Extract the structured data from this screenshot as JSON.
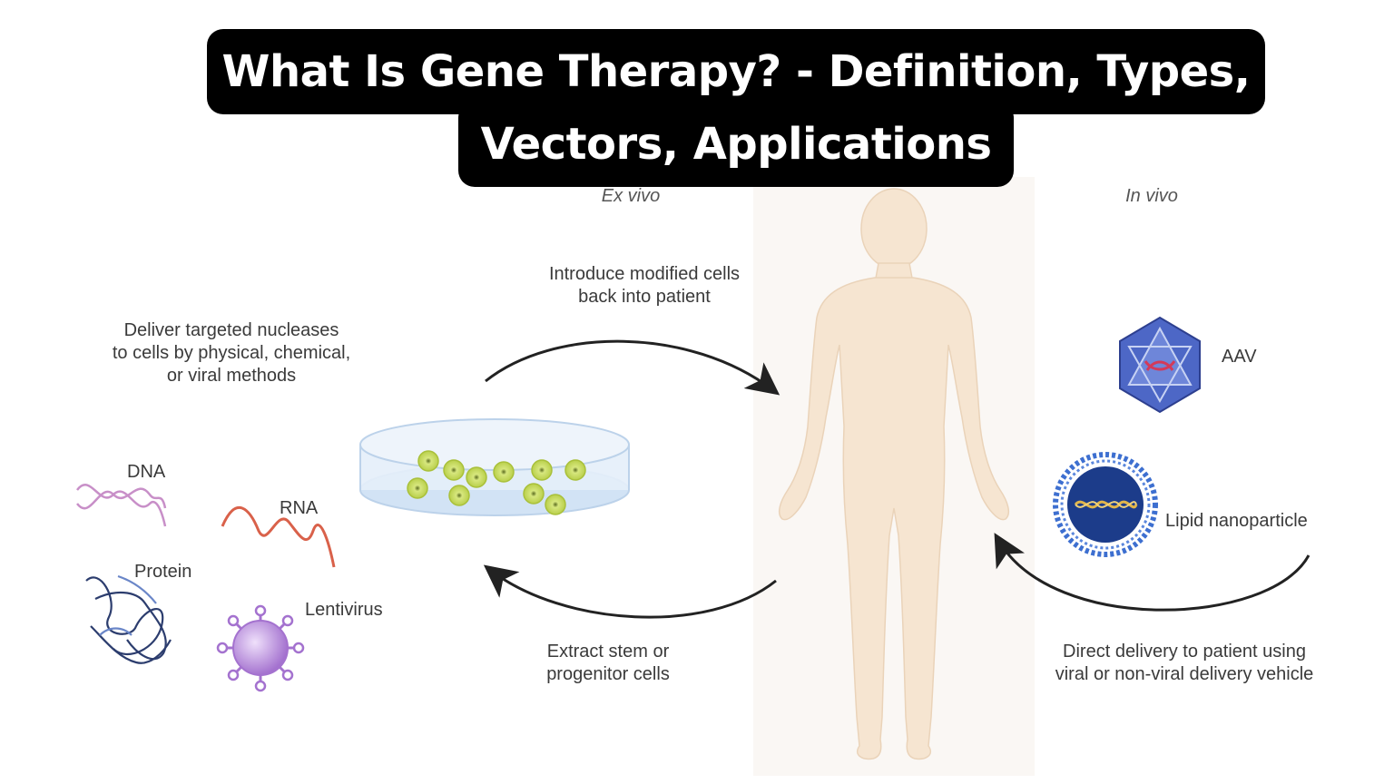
{
  "title": {
    "line1": "What Is Gene Therapy? - Definition, Types,",
    "line2": "Vectors, Applications"
  },
  "diagram": {
    "ex_vivo_label": "Ex vivo",
    "in_vivo_label": "In vivo",
    "introduce_cells": [
      "Introduce modified cells",
      "back into patient"
    ],
    "deliver_nucleases": [
      "Deliver targeted nucleases",
      "to cells by physical, chemical,",
      "or viral methods"
    ],
    "extract_cells": [
      "Extract stem or",
      "progenitor cells"
    ],
    "direct_delivery": [
      "Direct delivery to patient using",
      "viral or non-viral delivery vehicle"
    ],
    "cargo": {
      "dna": "DNA",
      "rna": "RNA",
      "protein": "Protein",
      "lentivirus": "Lentivirus"
    },
    "vectors": {
      "aav": "AAV",
      "lipid": "Lipid nanoparticle"
    },
    "colors": {
      "body": "#f6e5d1",
      "dish": "#d9e8f7",
      "cell": "#cfe27a",
      "aav": "#3a55b5",
      "lipid": "#1c3c8a",
      "lentivirus": "#b58ad8",
      "dna": "#c88fc8",
      "rna": "#d9614a"
    }
  }
}
